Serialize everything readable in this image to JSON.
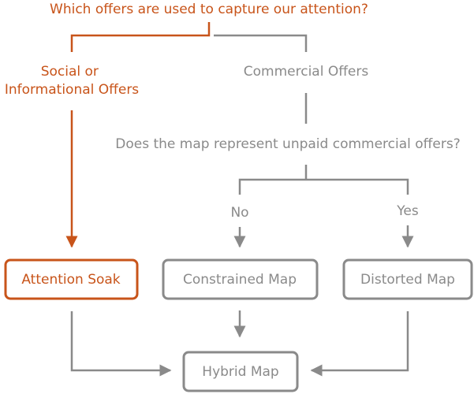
{
  "colors": {
    "accent": "#c8541a",
    "muted": "#8a8a8a",
    "background": "#ffffff"
  },
  "question_top": "Which offers are used to capture our attention?",
  "branch_social": {
    "line1": "Social or",
    "line2": "Informational Offers"
  },
  "branch_commercial": "Commercial Offers",
  "question_second": "Does the map represent unpaid commercial offers?",
  "answer_no": "No",
  "answer_yes": "Yes",
  "boxes": {
    "attention_soak": "Attention Soak",
    "constrained_map": "Constrained Map",
    "distorted_map": "Distorted Map",
    "hybrid_map": "Hybrid Map"
  }
}
